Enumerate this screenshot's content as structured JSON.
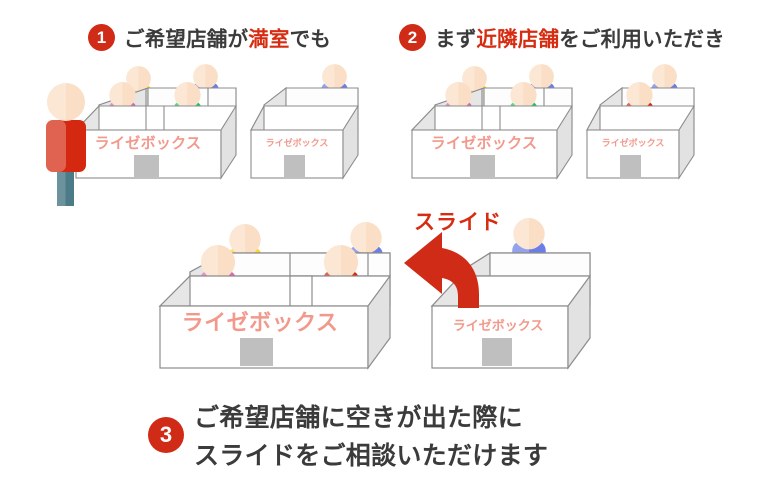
{
  "page": {
    "title": "ライゼボックス スライド案内",
    "background": "#ffffff"
  },
  "colors": {
    "badge_red": "#d02b16",
    "heading_text": "#3b3b3b",
    "heading_highlight": "#d62d12",
    "logo_pink": "#f2998c",
    "arrow_red": "#d02b16",
    "box_front": "#ffffff",
    "box_side": "#e2e2e2",
    "box_top": "#ededed",
    "box_stroke": "#8c8c8c",
    "door_gray": "#bcbcbc"
  },
  "steps": [
    {
      "number": "1",
      "text_plain": "ご希望店舗が満室でも",
      "text_before": "ご希望店舗が",
      "text_highlight": "満室",
      "text_after": "でも"
    },
    {
      "number": "2",
      "text_plain": "まず近隣店舗をご利用いただき",
      "text_before": "まず",
      "text_highlight": "近隣店舗",
      "text_after": "をご利用いただき"
    },
    {
      "number": "3",
      "line1": "ご希望店舗に空きが出た際に",
      "line2": "スライドをご相談いただけます"
    }
  ],
  "slide_label": "スライド",
  "logo_text": "ライゼボックス",
  "scenes": {
    "scene1": {
      "name": "満室の希望店舗と空きのある近隣店舗",
      "big_store": {
        "logo": "ライゼボックス",
        "occupants": [
          {
            "slot": "left-back",
            "color": "#ffd429",
            "label": "yellow-person"
          },
          {
            "slot": "left-front",
            "color": "#d968ad",
            "label": "pink-person"
          },
          {
            "slot": "right-back",
            "color": "#6b7ee8",
            "label": "blue-person"
          },
          {
            "slot": "right-front",
            "color": "#18c95e",
            "label": "green-person"
          }
        ]
      },
      "small_store": {
        "logo": "ライゼボックス",
        "occupants": [
          {
            "slot": "back",
            "color": "#6b7ee8",
            "label": "blue-person"
          }
        ]
      },
      "standing_customer": {
        "color": "#d42810",
        "legs": "#4c7b88",
        "label": "waiting-customer"
      }
    },
    "scene2": {
      "name": "近隣店舗を利用開始",
      "big_store": {
        "logo": "ライゼボックス",
        "occupants": [
          {
            "slot": "left-back",
            "color": "#ffd429",
            "label": "yellow-person"
          },
          {
            "slot": "left-front",
            "color": "#d968ad",
            "label": "pink-person"
          },
          {
            "slot": "right-back",
            "color": "#6b7ee8",
            "label": "blue-person"
          },
          {
            "slot": "right-front",
            "color": "#18c95e",
            "label": "green-person"
          }
        ]
      },
      "small_store": {
        "logo": "ライゼボックス",
        "occupants": [
          {
            "slot": "back",
            "color": "#6b7ee8",
            "label": "blue-person"
          },
          {
            "slot": "front",
            "color": "#d42810",
            "label": "red-customer"
          }
        ]
      }
    },
    "scene3": {
      "name": "希望店舗へスライド",
      "big_store": {
        "logo": "ライゼボックス",
        "occupants": [
          {
            "slot": "left-back",
            "color": "#ffd429",
            "label": "yellow-person"
          },
          {
            "slot": "left-front",
            "color": "#d968ad",
            "label": "pink-person"
          },
          {
            "slot": "right-back",
            "color": "#6b7ee8",
            "label": "blue-person"
          },
          {
            "slot": "right-front",
            "color": "#d42810",
            "label": "red-customer-moved"
          }
        ]
      },
      "small_store": {
        "logo": "ライゼボックス",
        "occupants": [
          {
            "slot": "back",
            "color": "#6b7ee8",
            "label": "blue-person"
          }
        ]
      },
      "arrow": {
        "direction": "left",
        "label": "スライド"
      }
    }
  }
}
